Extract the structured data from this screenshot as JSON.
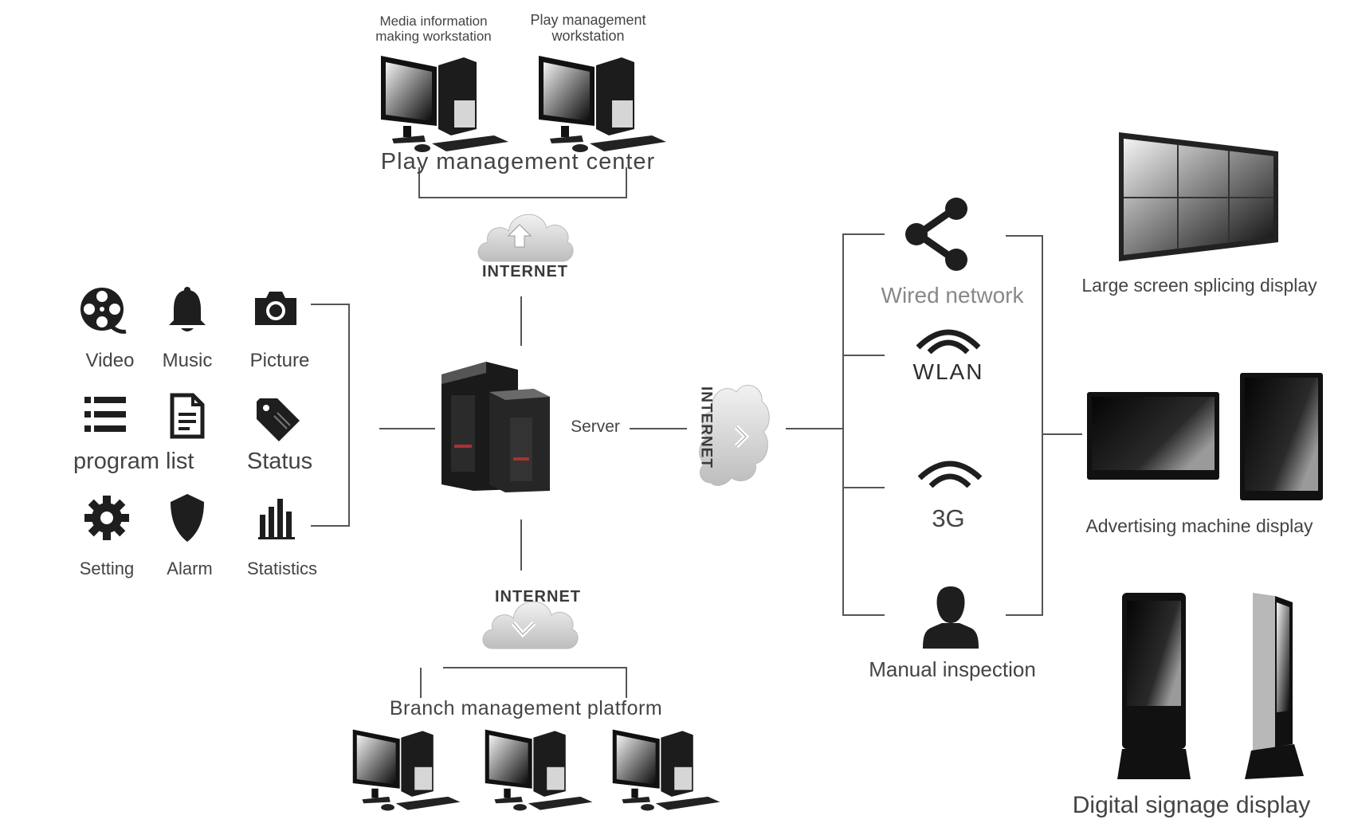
{
  "top": {
    "ws1": [
      "Media information",
      "making workstation"
    ],
    "ws2": [
      "Play management",
      "workstation"
    ],
    "center": "Play management center"
  },
  "internet": "INTERNET",
  "server": "Server",
  "media": {
    "video": "Video",
    "music": "Music",
    "picture": "Picture",
    "program_list": "program list",
    "status": "Status",
    "setting": "Setting",
    "alarm": "Alarm",
    "statistics": "Statistics"
  },
  "branch": "Branch management platform",
  "network": {
    "wired": "Wired network",
    "wlan": "WLAN",
    "g3": "3G",
    "manual": "Manual inspection"
  },
  "displays": {
    "splicing": "Large screen splicing display",
    "advertising": "Advertising machine display",
    "signage": "Digital signage display"
  },
  "colors": {
    "line": "#555555",
    "text": "#444444",
    "dark": "#1e1e1e",
    "cloud": "#dcdcdc"
  }
}
